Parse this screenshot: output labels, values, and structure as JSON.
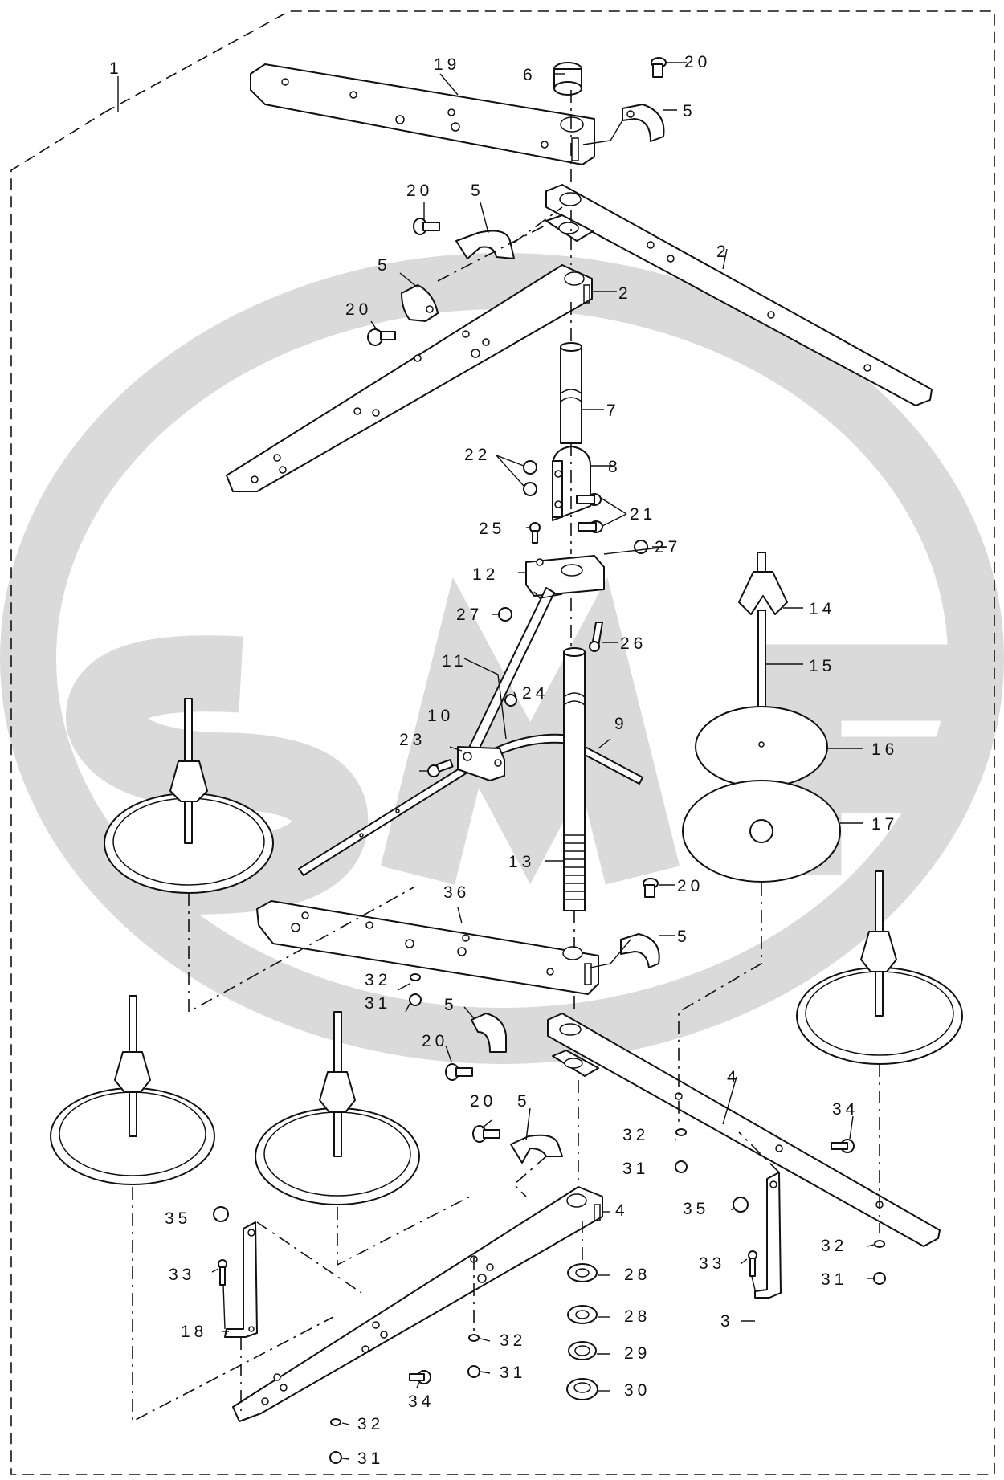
{
  "watermark": {
    "text": "SMF"
  },
  "callouts": {
    "c1": "1",
    "c19": "19",
    "c6": "6",
    "c20_a": "20",
    "c5_a": "5",
    "c20_b": "20",
    "c5_b": "5",
    "c2_a": "2",
    "c5_c": "5",
    "c2_b": "2",
    "c20_c": "20",
    "c7": "7",
    "c22": "22",
    "c8": "8",
    "c21": "21",
    "c25": "25",
    "c27_a": "27",
    "c12": "12",
    "c27_b": "27",
    "c14": "14",
    "c26": "26",
    "c11": "11",
    "c15": "15",
    "c24": "24",
    "c10": "10",
    "c9": "9",
    "c23": "23",
    "c16": "16",
    "c17": "17",
    "c13": "13",
    "c20_d": "20",
    "c36": "36",
    "c5_d": "5",
    "c32_a": "32",
    "c5_e": "5",
    "c31_a": "31",
    "c20_e": "20",
    "c4_a": "4",
    "c20_f": "20",
    "c5_f": "5",
    "c34_a": "34",
    "c32_b": "32",
    "c31_b": "31",
    "c4_b": "4",
    "c35_a": "35",
    "c35_b": "35",
    "c32_c": "32",
    "c28_a": "28",
    "c33_a": "33",
    "c33_b": "33",
    "c31_c": "31",
    "c28_b": "28",
    "c3": "3",
    "c18": "18",
    "c32_d": "32",
    "c29": "29",
    "c31_d": "31",
    "c30": "30",
    "c34_b": "34",
    "c32_e": "32",
    "c31_e": "31"
  }
}
